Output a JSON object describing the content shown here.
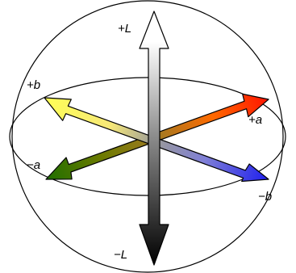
{
  "labels": {
    "plus_l": "+L",
    "minus_l": "−L",
    "plus_b": "+b",
    "minus_b": "−b",
    "plus_a": "+a",
    "minus_a": "−a"
  },
  "colors": {
    "plus_l": "#ffffff",
    "minus_l": "#000000",
    "plus_b": "#ffff66",
    "minus_b": "#2222ee",
    "plus_a": "#ff1a00",
    "minus_a": "#1f7a00",
    "outline": "#000000"
  }
}
